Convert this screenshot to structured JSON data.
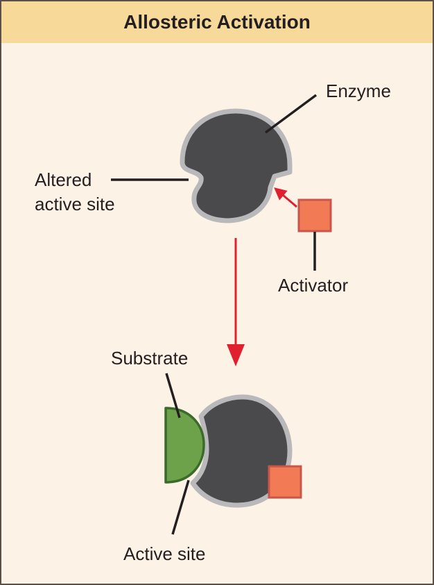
{
  "title": "Allosteric Activation",
  "labels": {
    "enzyme": "Enzyme",
    "altered_active_site_line1": "Altered",
    "altered_active_site_line2": "active site",
    "activator": "Activator",
    "substrate": "Substrate",
    "active_site": "Active site"
  },
  "colors": {
    "header_background": "#f7d99a",
    "panel_background": "#fdf2e6",
    "border": "#5a5047",
    "enzyme_fill": "#4a4a4c",
    "enzyme_outline": "#b9b9bb",
    "activator_fill": "#f27a55",
    "activator_outline": "#c7574a",
    "substrate_fill": "#6ea24a",
    "substrate_outline": "#3a6b2a",
    "arrow": "#e0202f",
    "leader_line": "#231f20"
  }
}
